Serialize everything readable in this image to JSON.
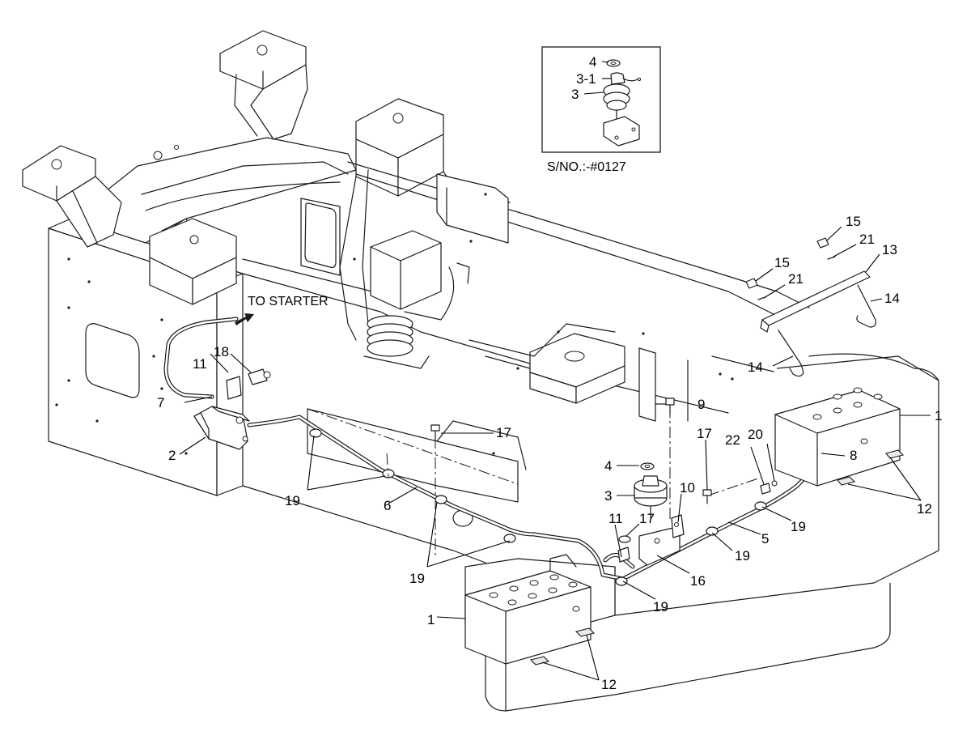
{
  "callouts": {
    "inset": {
      "p4": "4",
      "p3_1": "3-1",
      "p3": "3",
      "serial_note": "S/NO.:-#0127"
    },
    "to_starter": "TO STARTER",
    "c1_right": "1",
    "c1_left": "1",
    "c2": "2",
    "c3": "3",
    "c4": "4",
    "c5": "5",
    "c6": "6",
    "c7": "7",
    "c8": "8",
    "c9": "9",
    "c10": "10",
    "c11_a": "11",
    "c11_b": "11",
    "c12_right": "12",
    "c12_bottom": "12",
    "c13": "13",
    "c14_a": "14",
    "c14_b": "14",
    "c15_a": "15",
    "c15_b": "15",
    "c16": "16",
    "c17_a": "17",
    "c17_b": "17",
    "c17_c": "17",
    "c18": "18",
    "c19_a": "19",
    "c19_b": "19",
    "c19_c": "19",
    "c19_d": "19",
    "c19_e": "19",
    "c20": "20",
    "c21_a": "21",
    "c21_b": "21",
    "c22": "22"
  }
}
